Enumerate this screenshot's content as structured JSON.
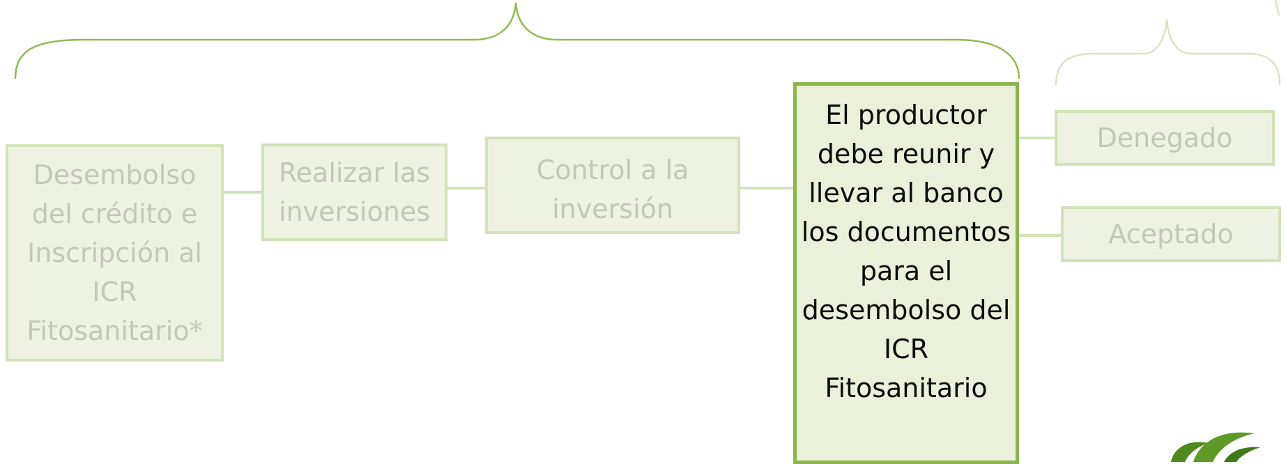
{
  "colors": {
    "faded_box_fill": "#eef2e2",
    "faded_box_border": "#d2e3b7",
    "faded_text": "#c3c6b9",
    "active_box_fill": "#eaf0da",
    "active_box_border": "#8ab64c",
    "active_text": "#0c0c0c",
    "brace_main": "#8cbd50",
    "brace_faded": "#d6e6c0",
    "logo_green": "#4f8a1f"
  },
  "steps": {
    "desembolso": "Desembolso del crédito e Inscripción al ICR Fitosanitario*",
    "realizar": "Realizar las inversiones",
    "control": "Control a la inversión",
    "productor": "El productor debe reunir y llevar al banco los documentos para el desembolso del ICR Fitosanitario"
  },
  "outcomes": {
    "denegado": "Denegado",
    "aceptado": "Aceptado"
  },
  "logo": {
    "icon": "leaf-logo-icon"
  }
}
